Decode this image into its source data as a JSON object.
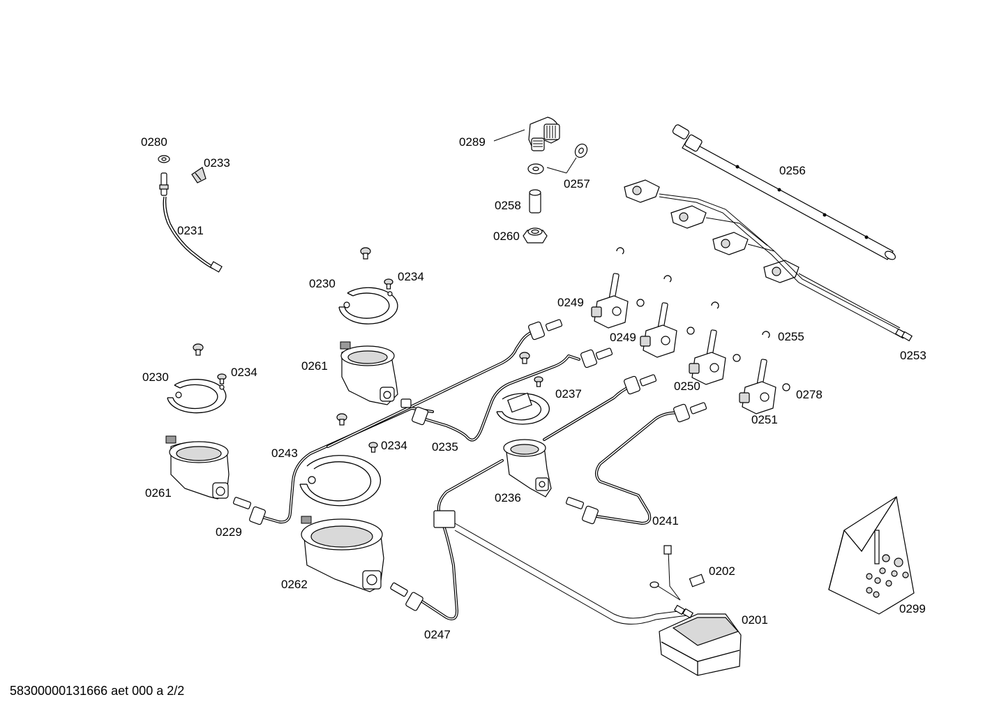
{
  "labels": {
    "p0280": "0280",
    "p0233": "0233",
    "p0231": "0231",
    "p0289": "0289",
    "p0257": "0257",
    "p0258": "0258",
    "p0260": "0260",
    "p0256": "0256",
    "p0230a": "0230",
    "p0234a": "0234",
    "p0230b": "0230",
    "p0234b": "0234",
    "p0261a": "0261",
    "p0261b": "0261",
    "p0249a": "0249",
    "p0249b": "0249",
    "p0255": "0255",
    "p0253": "0253",
    "p0237": "0237",
    "p0250": "0250",
    "p0278": "0278",
    "p0251": "0251",
    "p0234c": "0234",
    "p0243": "0243",
    "p0235": "0235",
    "p0236": "0236",
    "p0229": "0229",
    "p0241": "0241",
    "p0262": "0262",
    "p0202": "0202",
    "p0247": "0247",
    "p0201": "0201",
    "p0299": "0299"
  },
  "footer": "58300000131666 aet 000 a 2/2"
}
